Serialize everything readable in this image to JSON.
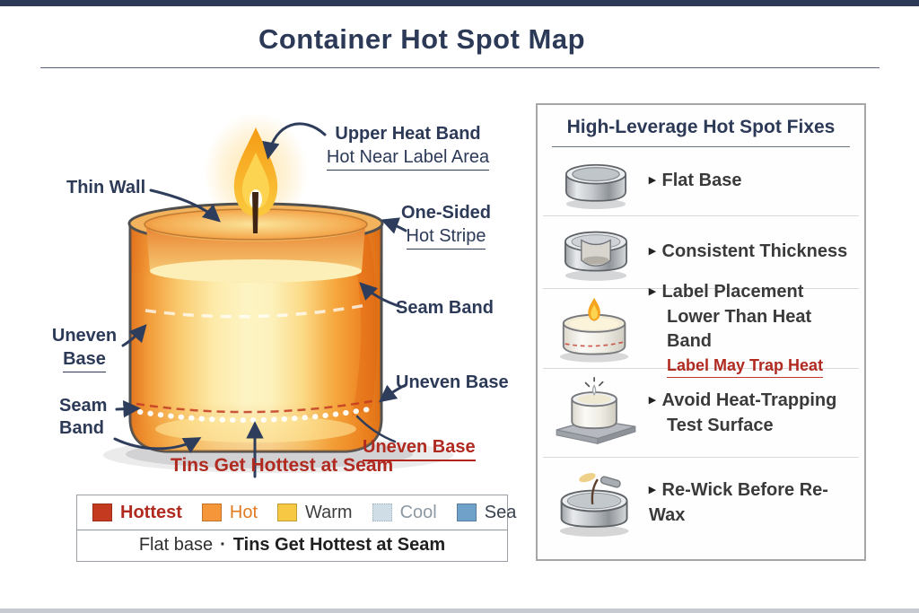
{
  "page": {
    "title": "Container Hot Spot Map"
  },
  "candle_labels": {
    "upper_heat_band_line1": "Upper Heat Band",
    "upper_heat_band_line2": "Hot Near Label Area",
    "thin_wall": "Thin Wall",
    "one_sided_line1": "One-Sided",
    "one_sided_line2": "Hot Stripe",
    "seam_band_right": "Seam Band",
    "uneven_base_left_line1": "Uneven",
    "uneven_base_left_line2": "Base",
    "seam_band_left_line1": "Seam",
    "seam_band_left_line2": "Band",
    "uneven_base_right": "Uneven Base",
    "uneven_base_warning": "Uneven Base",
    "hottest_note": "Tins Get Hottest at Seam"
  },
  "legend": {
    "items": [
      {
        "label": "Hottest",
        "swatch": "#c43a21",
        "text_color": "#b02a20"
      },
      {
        "label": "Hot",
        "swatch": "#f5963a",
        "text_color": "#e07b22"
      },
      {
        "label": "Warm",
        "swatch": "#f7c844",
        "text_color": "#3d3d3d"
      },
      {
        "label": "Cool",
        "swatch": "#cfdde6",
        "text_color": "#8d99a3"
      },
      {
        "label": "Sea",
        "swatch": "#6fa1c9",
        "text_color": "#39424e"
      }
    ],
    "note_left": "Flat base",
    "note_separator": "·",
    "note_right": "Tins Get Hottest at Seam"
  },
  "fixes_panel": {
    "title": "High-Leverage Hot Spot Fixes",
    "bullet": "▸",
    "items": [
      {
        "icon": "flat-base-tin-icon",
        "lines": [
          "Flat Base"
        ]
      },
      {
        "icon": "cutaway-tin-icon",
        "lines": [
          "Consistent Thickness"
        ]
      },
      {
        "icon": "lit-tealight-icon",
        "lines": [
          "Label Placement",
          "Lower Than Heat Band"
        ],
        "warning": "Label May Trap Heat"
      },
      {
        "icon": "tin-on-test-surface-icon",
        "lines": [
          "Avoid Heat-Trapping",
          "Test Surface"
        ]
      },
      {
        "icon": "rewick-tool-icon",
        "lines": [
          "Re-Wick Before Re-Wax"
        ]
      }
    ]
  },
  "colors": {
    "navy": "#2c3a58",
    "red": "#b02a20",
    "hottest": "#c43a21",
    "hot": "#f5963a",
    "warm": "#f7c844",
    "cool": "#cfdde6",
    "sea": "#6fa1c9",
    "panel_border": "#a6a6a6"
  }
}
